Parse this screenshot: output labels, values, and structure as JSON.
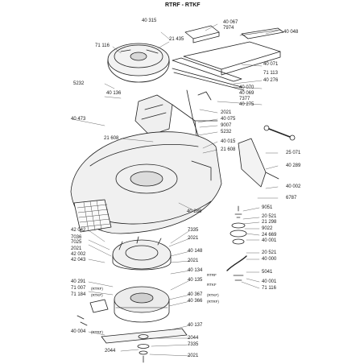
{
  "title": "RTRF - RTKF",
  "callouts": {
    "c40315": "40 315",
    "c40067": "40 067",
    "c7974": "7974",
    "c40048": "40 048",
    "c71116a": "71 116",
    "c21435": "21 435",
    "c40071": "40 071",
    "c71113": "71 113",
    "c40276": "40 276",
    "c5232a": "5232",
    "c40070": "40 070",
    "c40069": "40 069",
    "c7377": "7377",
    "c40136": "40 136",
    "c40275": "40 275",
    "c40473": "40 473",
    "c2021a": "2021",
    "c40075": "40 075",
    "c9007": "9007",
    "c5232b": "5232",
    "c21608a": "21 608",
    "c40015": "40 015",
    "c21608b": "21 608",
    "c25071": "25 071",
    "c40289": "40 289",
    "c40002": "40 002",
    "c6787": "6787",
    "c40288": "40 288",
    "c9051": "9051",
    "c20521a": "20 521",
    "c21298": "21 298",
    "c42042": "42 042",
    "c9022": "9022",
    "c7036": "7036",
    "c7335": "7335",
    "c24669": "24 669",
    "c7025": "7025",
    "c2021b": "2021",
    "c40001": "40 001",
    "c2021c": "2021",
    "c42002": "42 002",
    "c40148": "40 148",
    "c20521b": "20 521",
    "c42043": "42 043",
    "c40000": "40 000",
    "c2021d": "2021",
    "c40134": "40 134",
    "c40134n": "RTRF",
    "c40135": "40 135",
    "c40135n": "RTKF",
    "c5041": "5041",
    "c40291": "40 291",
    "c71007": "71 007",
    "c71007n": "(RTRF)",
    "c71184": "71 184",
    "c71184n": "(RTKF)",
    "c40367": "40 367",
    "c40367n": "(RTKF)",
    "c40366": "40 366",
    "c40366n": "(RTRF)",
    "c40001b": "40 001",
    "c71116b": "71 116",
    "c40004": "40 004",
    "c40004n": "(RTRF)",
    "c40137": "40 137",
    "c2044a": "2044",
    "c7335b": "7335",
    "c2044b": "2044",
    "c2021e": "2021"
  }
}
